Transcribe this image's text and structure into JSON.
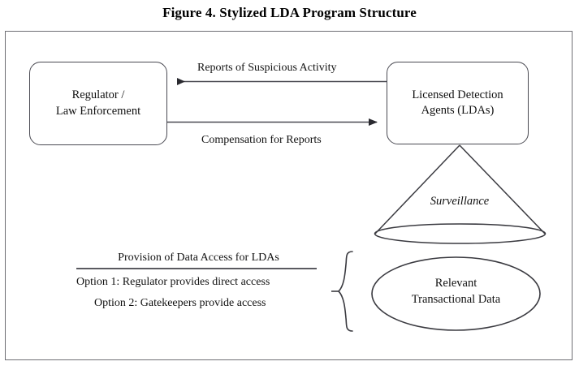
{
  "figure": {
    "title": "Figure 4. Stylized LDA Program Structure",
    "number": "Figure 4"
  },
  "nodes": {
    "regulator": {
      "label": "Regulator /\nLaw Enforcement",
      "line1": "Regulator /",
      "line2": "Law Enforcement",
      "shape": "rounded-rectangle"
    },
    "lda": {
      "label": "Licensed Detection\nAgents (LDAs)",
      "line1": "Licensed Detection",
      "line2": "Agents (LDAs)",
      "shape": "rounded-rectangle"
    },
    "data": {
      "line1": "Relevant",
      "line2": "Transactional Data",
      "shape": "ellipse"
    },
    "cone": {
      "label": "Surveillance",
      "shape": "cone"
    }
  },
  "edges": [
    {
      "name": "reports-edge",
      "label": "Reports of Suspicious Activity",
      "from": "lda",
      "to": "regulator",
      "direction": "left"
    },
    {
      "name": "compensation-edge",
      "label": "Compensation for Reports",
      "from": "regulator",
      "to": "lda",
      "direction": "right"
    }
  ],
  "options": {
    "heading": "Provision of Data Access for LDAs",
    "items": [
      "Option 1: Regulator provides direct access",
      "Option 2: Gatekeepers provide access"
    ],
    "brace": "{"
  },
  "colors": {
    "frame_border": "#6f6f74",
    "shape_stroke": "#4a4a52",
    "text": "#111111",
    "background": "#ffffff"
  }
}
